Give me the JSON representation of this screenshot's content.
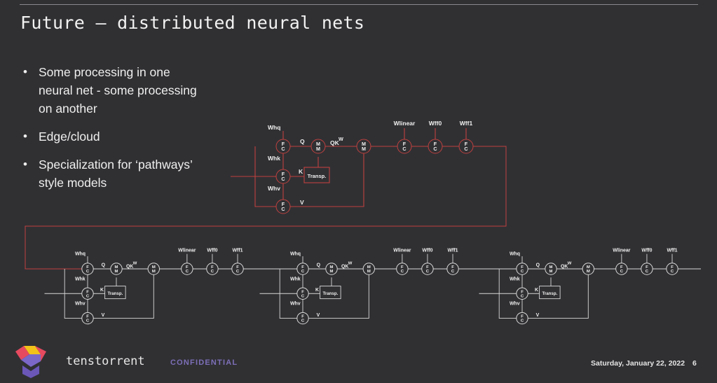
{
  "slide": {
    "title": "Future – distributed neural nets",
    "bullets": [
      "Some processing in one neural net - some processing on another",
      "Edge/cloud",
      "Specialization for ‘pathways’ style models"
    ]
  },
  "diagram": {
    "link_color": "#c0413f",
    "node_fc": "F C",
    "node_mm": "M M",
    "transpose_box": "Transp.",
    "label_whq": "Whq",
    "label_whk": "Whk",
    "label_whv": "Whv",
    "label_q": "Q",
    "label_k": "K",
    "label_v": "V",
    "label_qk": "QK",
    "label_qk_sup": "W",
    "label_wlinear": "Wlinear",
    "label_wff0": "Wff0",
    "label_wff1": "Wff1"
  },
  "footer": {
    "brand": "tenstorrent",
    "confidential": "CONFIDENTIAL",
    "date": "Saturday, January 22, 2022",
    "page": "6"
  },
  "icons": {
    "logo": "tenstorrent-logo-icon"
  }
}
